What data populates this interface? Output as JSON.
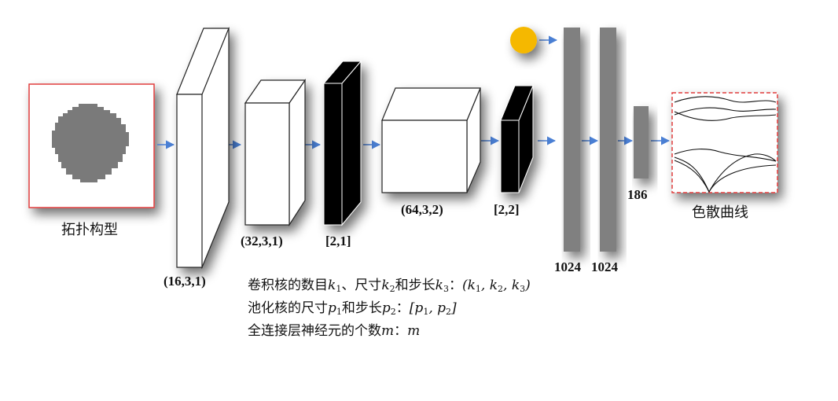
{
  "input": {
    "label": "拓扑构型"
  },
  "layers": {
    "conv1": "(16,3,1)",
    "conv2": "(32,3,1)",
    "pool1": "[2,1]",
    "conv3": "(64,3,2)",
    "pool2": "[2,2]",
    "fc1": "1024",
    "fc2": "1024",
    "fc3": "186"
  },
  "output": {
    "label": "色散曲线"
  },
  "legend": {
    "conv_prefix": "卷积核的数目",
    "conv_mid1": "、尺寸",
    "conv_mid2": "和步长",
    "conv_colon": "：",
    "pool_prefix": "池化核的尺寸",
    "pool_mid": "和步长",
    "pool_colon": "：",
    "fc_prefix": "全连接层神经元的个数",
    "fc_colon": "：",
    "sym_k": "k",
    "sym_p": "p",
    "sym_m": "m",
    "sub1": "1",
    "sub2": "2",
    "sub3": "3",
    "open_paren": "(",
    "close_paren": ")",
    "open_bracket": "[",
    "close_bracket": "]",
    "comma": ", "
  },
  "colors": {
    "input_border": "#e03c3c",
    "arrow": "#4a7fd4",
    "fc_bar": "#808080",
    "pool_fill": "#000000",
    "sun": "#f5b800",
    "output_border": "#e03c3c",
    "output_curve": "#111111"
  }
}
